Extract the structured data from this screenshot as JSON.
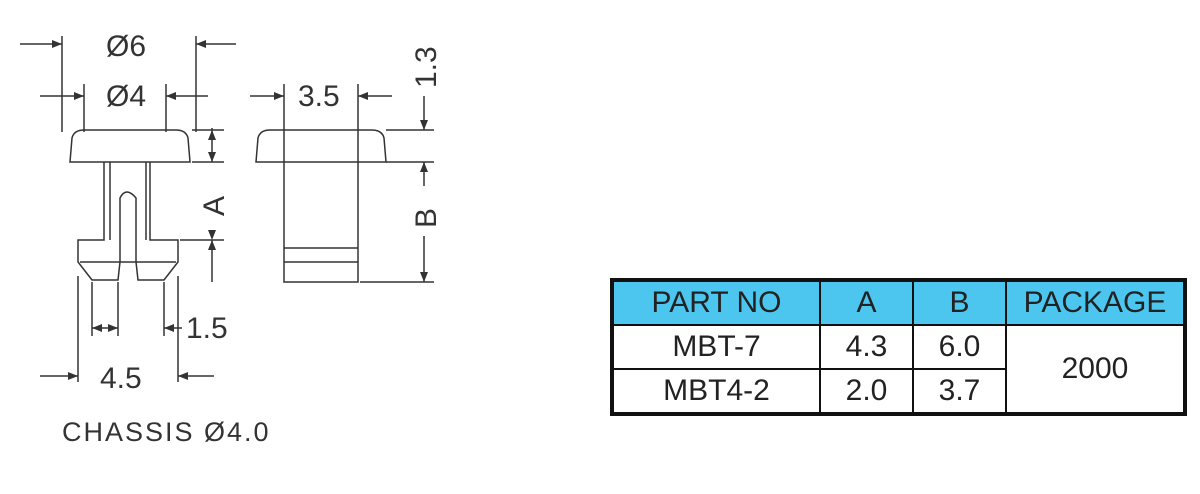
{
  "drawing": {
    "dims": {
      "d6": "Ø6",
      "d4": "Ø4",
      "w35": "3.5",
      "h13": "1.3",
      "a": "A",
      "b": "B",
      "w15": "1.5",
      "w45": "4.5"
    },
    "caption": "CHASSIS Ø4.0"
  },
  "table": {
    "headers": [
      "PART NO",
      "A",
      "B",
      "PACKAGE"
    ],
    "rows": [
      {
        "part": "MBT-7",
        "a": "4.3",
        "b": "6.0"
      },
      {
        "part": "MBT4-2",
        "a": "2.0",
        "b": "3.7"
      }
    ],
    "package": "2000",
    "header_color": "#4cc6ee"
  }
}
